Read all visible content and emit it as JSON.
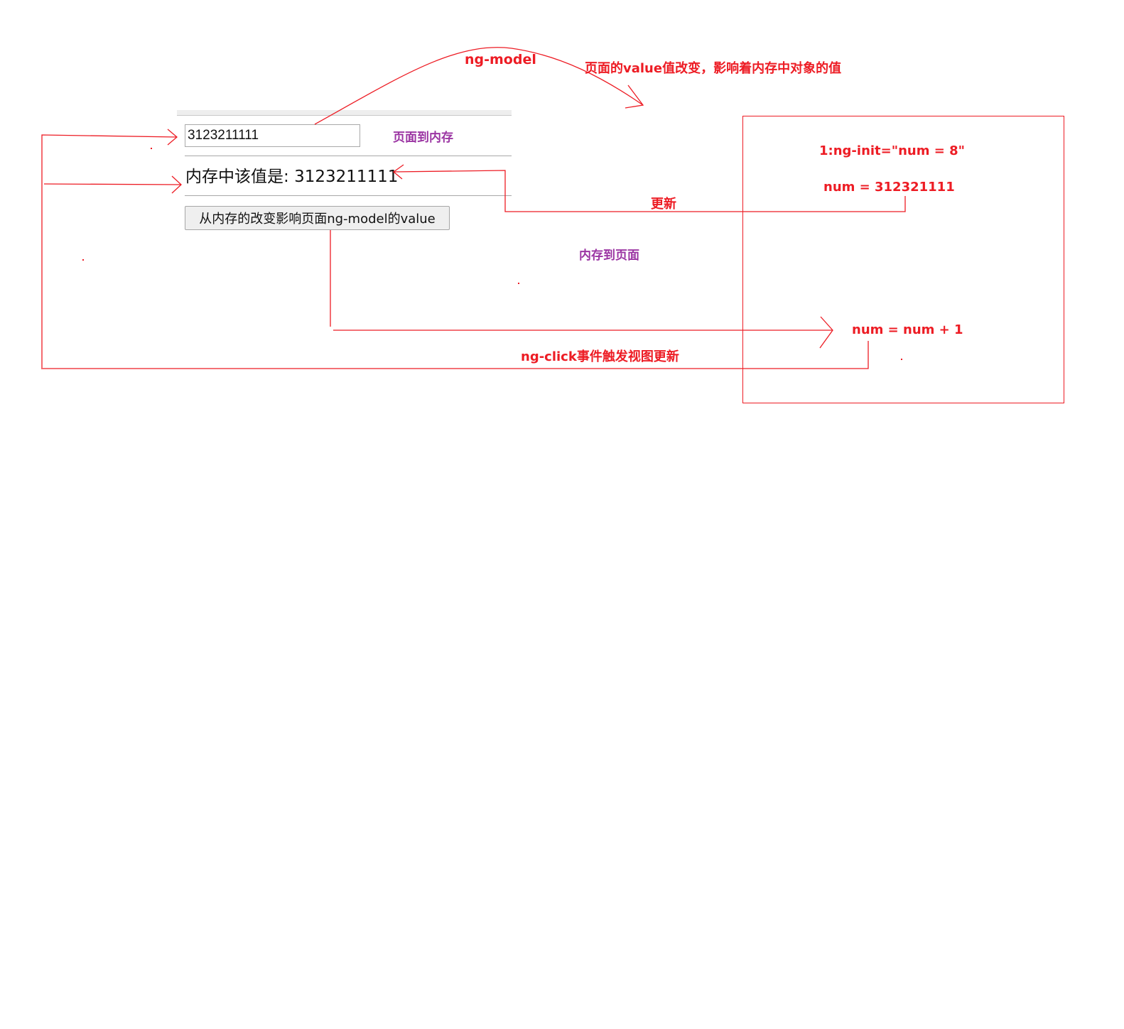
{
  "page_ui": {
    "input_value": "3123211111",
    "memory_label": "内存中该值是:",
    "memory_value": "3123211111",
    "update_button_label": "从内存的改变影响页面ng-model的value"
  },
  "annotations": {
    "ng_model": "ng-model",
    "page_value_change": "页面的value值改变，影响着内存中对象的值",
    "page_to_memory": "页面到内存",
    "memory_to_page": "内存到页面",
    "update": "更新",
    "ng_click_update": "ng-click事件触发视图更新"
  },
  "memory_box": {
    "init_expr": "1:ng-init=\"num = 8\"",
    "num_expr": "num = 312321111",
    "increment_expr": "num = num + 1"
  },
  "colors": {
    "annotation_red": "#ed1c24",
    "annotation_purple": "#9b35a3"
  }
}
